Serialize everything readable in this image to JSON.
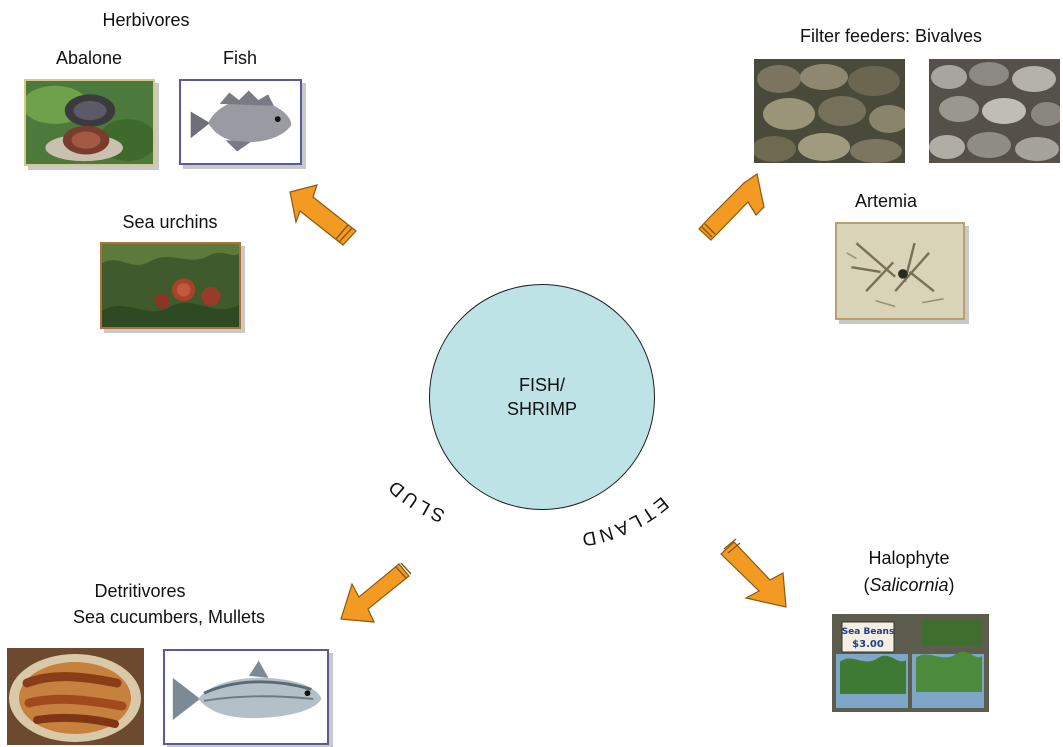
{
  "center": {
    "line1": "FISH/",
    "line2": "SHRIMP"
  },
  "curved_labels": {
    "left": "SLUD",
    "right": "ETLAND"
  },
  "herbivores": {
    "heading": "Herbivores",
    "abalone": "Abalone",
    "fish": "Fish",
    "sea_urchins": "Sea urchins"
  },
  "filter_feeders": {
    "heading": "Filter feeders: Bivalves",
    "artemia": "Artemia"
  },
  "detritivores": {
    "heading": "Detritivores",
    "subheading": "Sea cucumbers, Mullets"
  },
  "halophyte": {
    "heading": "Halophyte",
    "paren_open": "(",
    "species": "Salicornia",
    "paren_close": ")",
    "sign_line1": "Sea Beans",
    "sign_line2": "$3.00"
  },
  "colors": {
    "hub_fill": "#bde3e6",
    "arrow_fill": "#f39a22",
    "arrow_stroke": "#8a5a10"
  }
}
